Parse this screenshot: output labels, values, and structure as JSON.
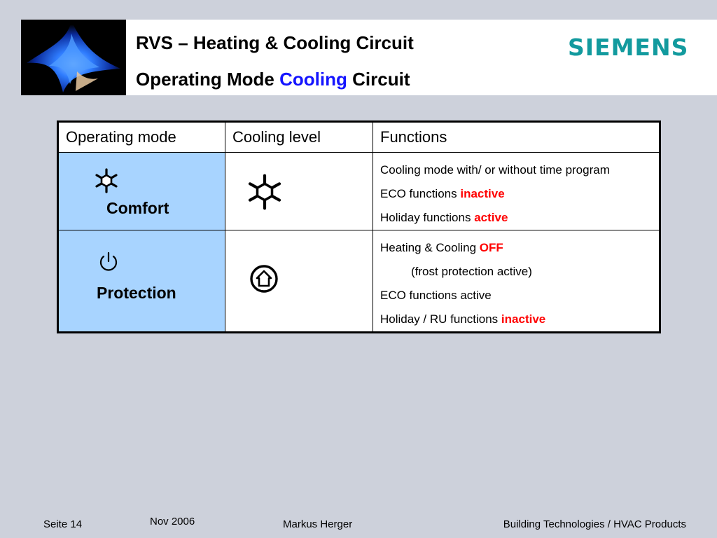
{
  "header": {
    "title": "RVS – Heating & Cooling Circuit",
    "subtitle_pre": "Operating Mode",
    "subtitle_accent": "Cooling",
    "subtitle_post": "Circuit",
    "brand": "SIEMENS",
    "brand_color": "#129a9e",
    "accent_color": "#1414ff",
    "logo_icon": "blue-flame-icon"
  },
  "table": {
    "headers": [
      "Operating mode",
      "Cooling level",
      "Functions"
    ],
    "rows": [
      {
        "mode_label": "Comfort",
        "mode_icon": "snowflake-icon",
        "level_icon": "snowflake-icon",
        "functions": [
          {
            "text": "Cooling mode with/ or without time program",
            "highlight": ""
          },
          {
            "text": "ECO functions",
            "highlight": "inactive"
          },
          {
            "text": "Holiday functions",
            "highlight": "active"
          }
        ]
      },
      {
        "mode_label": "Protection",
        "mode_icon": "power-icon",
        "level_icon": "frost-protection-house-icon",
        "functions": [
          {
            "text": "Heating & Cooling",
            "highlight": "OFF"
          },
          {
            "text": "(frost protection active)",
            "highlight": ""
          },
          {
            "text": "ECO functions active",
            "highlight": ""
          },
          {
            "text": "Holiday / RU functions",
            "highlight": "inactive"
          }
        ]
      }
    ],
    "highlight_color": "#ff0000",
    "mode_cell_color": "#a8d4ff"
  },
  "footer": {
    "page": "Seite 14",
    "date": "Nov 2006",
    "author": "Markus Herger",
    "division": "Building Technologies / HVAC Products"
  }
}
